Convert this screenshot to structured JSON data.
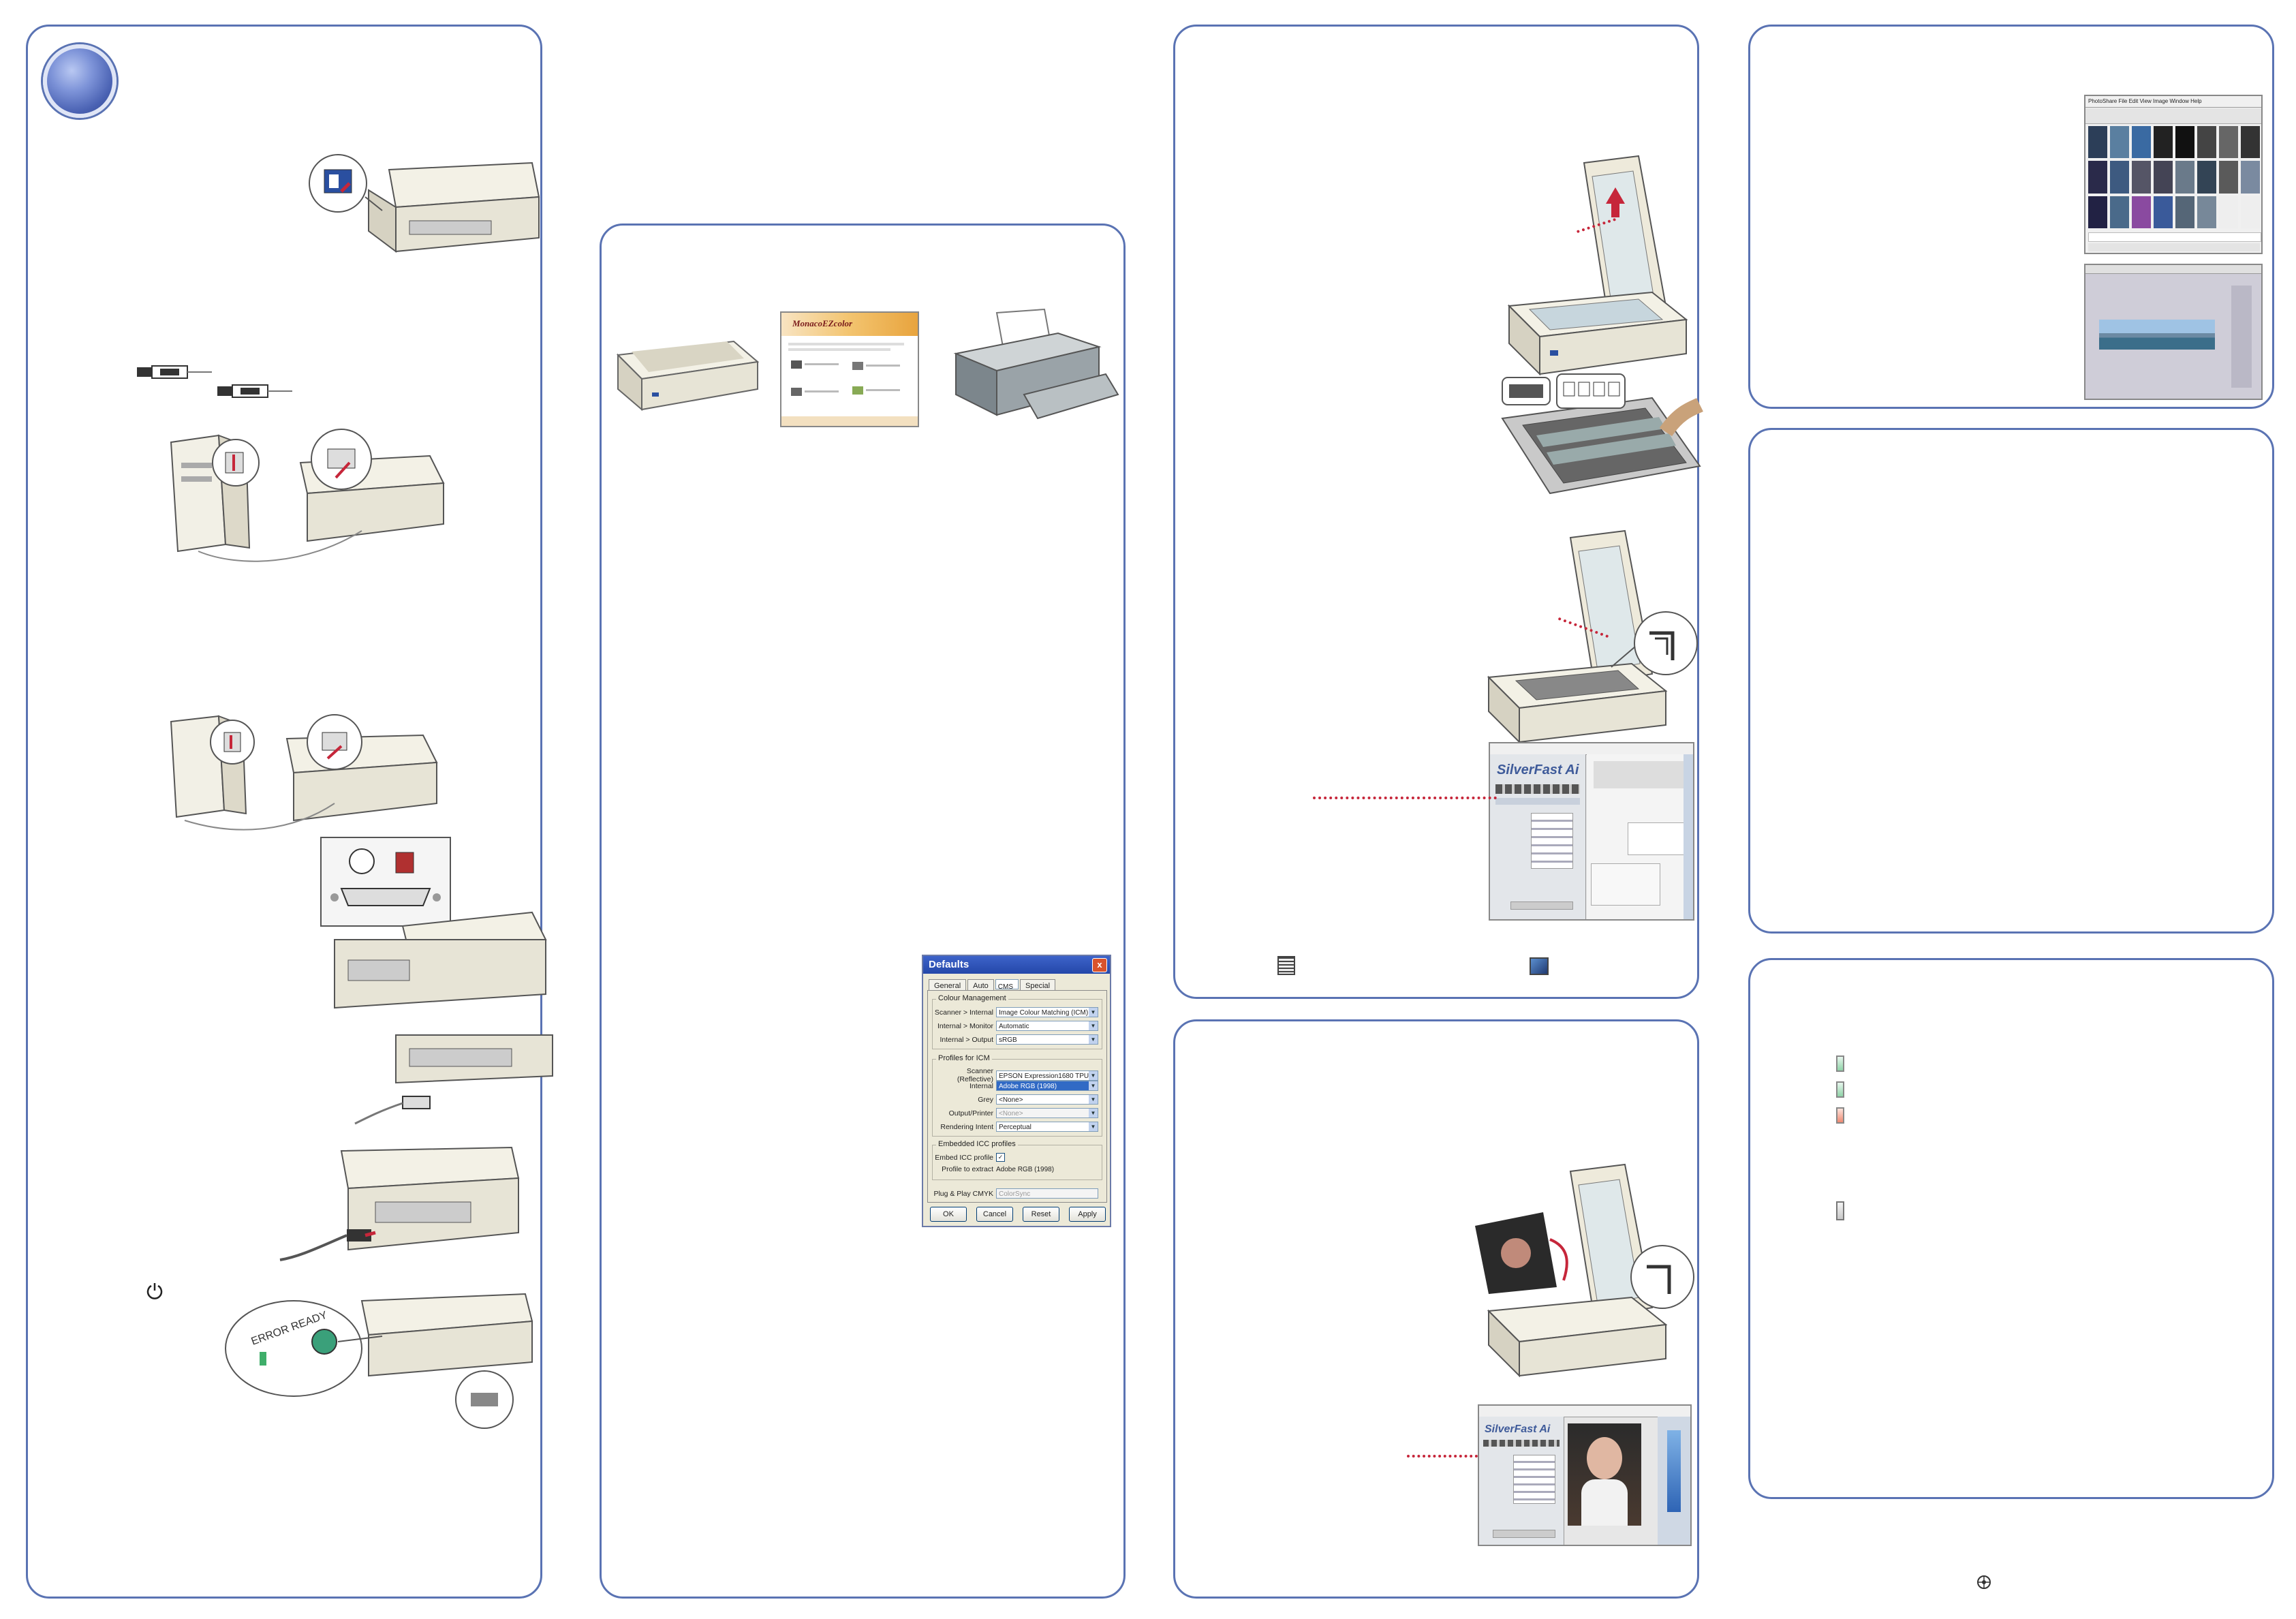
{
  "defaults_dialog": {
    "title": "Defaults",
    "close": "x",
    "tabs": [
      "General",
      "Auto",
      "CMS",
      "Special"
    ],
    "colour_management": {
      "heading": "Colour Management",
      "rows": [
        {
          "label": "Scanner > Internal",
          "value": "Image Colour Matching (ICM)"
        },
        {
          "label": "Internal > Monitor",
          "value": "Automatic"
        },
        {
          "label": "Internal > Output",
          "value": "sRGB"
        }
      ]
    },
    "profiles": {
      "heading": "Profiles for ICM",
      "rows": [
        {
          "label": "Scanner (Reflective)",
          "value": "EPSON Expression1680 TPU"
        },
        {
          "label": "Internal",
          "value": "Adobe RGB (1998)"
        },
        {
          "label": "Grey",
          "value": "<None>"
        },
        {
          "label": "Output/Printer",
          "value": "<None>"
        },
        {
          "label": "Rendering Intent",
          "value": "Perceptual"
        }
      ]
    },
    "embedded": {
      "heading": "Embedded ICC profiles",
      "embed_label": "Embed ICC profile",
      "extract_label": "Profile to extract",
      "extract_value": "Adobe RGB (1998)"
    },
    "plug_play_label": "Plug & Play CMYK",
    "plug_play_value": "ColorSync",
    "buttons": [
      "OK",
      "Cancel",
      "Reset",
      "Apply"
    ]
  },
  "software": {
    "monaco_title": "MonacoEZcolor",
    "silverfast_brand": "SilverFast Ai",
    "silverfast_brand_2": "SilverFast Ai"
  },
  "photo_app": {
    "title": "PhotoShare",
    "menu": "PhotoShare  File  Edit  View  Image  Window  Help"
  },
  "icons": [
    "power-icon",
    "usb-icon",
    "scsi-icon",
    "status-light-icon",
    "page-corner-icon"
  ],
  "colors": {
    "border": "#5a73b3",
    "accent_red": "#c6263a",
    "status_green": "#3fae6a",
    "status_red": "#e04a3a"
  }
}
